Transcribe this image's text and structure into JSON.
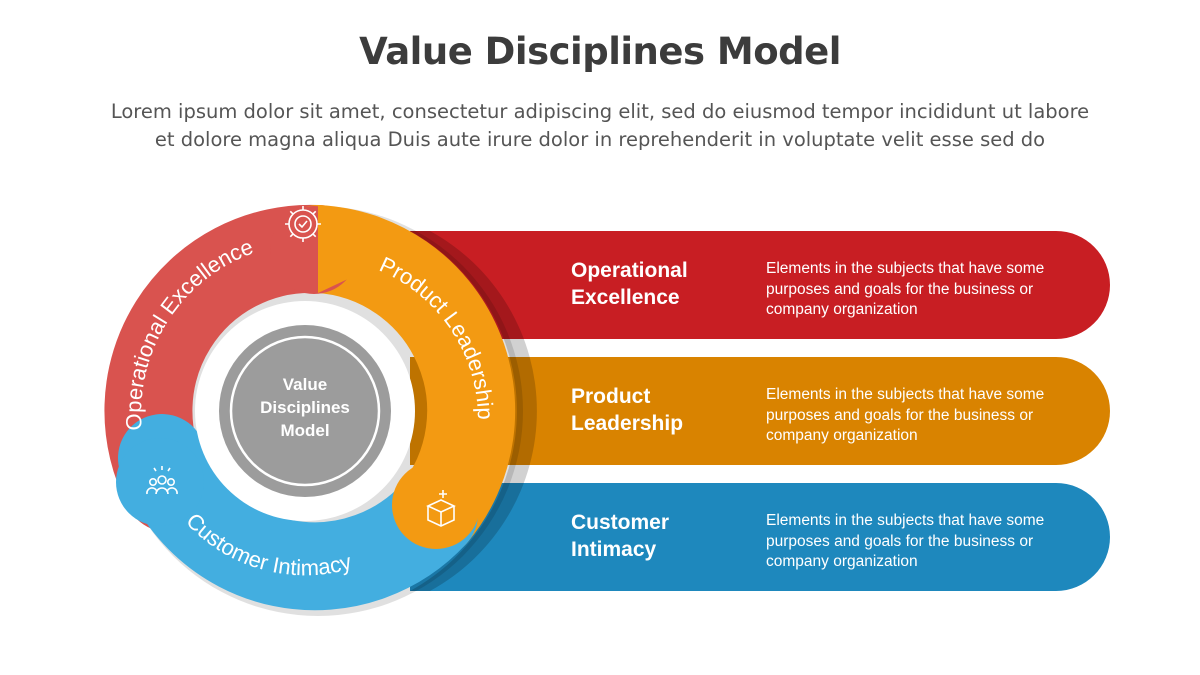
{
  "title": "Value Disciplines Model",
  "subtitle": {
    "line1": "Lorem ipsum dolor sit amet, consectetur adipiscing elit, sed do eiusmod tempor incididunt ut labore",
    "line2": "et dolore magna aliqua Duis aute irure dolor in reprehenderit in voluptate velit esse sed do"
  },
  "center": {
    "line1": "Value",
    "line2": "Disciplines",
    "line3": "Model"
  },
  "ring_labels": {
    "operational": "Operational Excellence",
    "product": "Product Leadership",
    "customer": "Customer Intimacy"
  },
  "items": [
    {
      "title_line1": "Operational",
      "title_line2": "Excellence",
      "desc_line1": "Elements in the subjects that have some",
      "desc_line2": "purposes and goals for the business or",
      "desc_line3": "company organization",
      "color": "#c81e23",
      "icon": "gear-check-icon"
    },
    {
      "title_line1": "Product",
      "title_line2": "Leadership",
      "desc_line1": "Elements in the subjects that have some",
      "desc_line2": "purposes and goals for the business or",
      "desc_line3": "company organization",
      "color": "#d98300",
      "icon": "product-box-icon"
    },
    {
      "title_line1": "Customer",
      "title_line2": "Intimacy",
      "desc_line1": "Elements in the subjects that have some",
      "desc_line2": "purposes and goals for the business or",
      "desc_line3": "company organization",
      "color": "#1e88bd",
      "icon": "people-group-icon"
    }
  ],
  "colors": {
    "operational_segment": "#d9534f",
    "product_segment": "#f39a12",
    "customer_segment": "#43aee0",
    "center_gray": "#9c9c9c"
  }
}
